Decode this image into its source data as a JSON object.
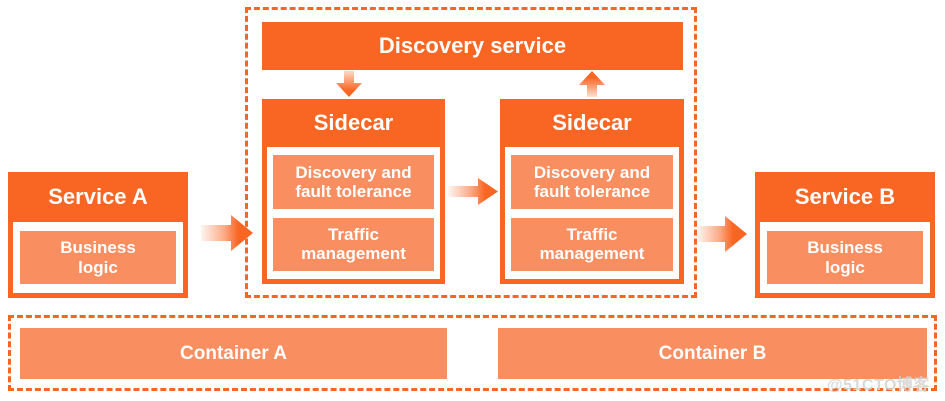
{
  "palette": {
    "orange": "#F96522",
    "light_orange": "#F98E61",
    "text_on_orange": "#FFFFFF",
    "dashed_border": "#F96522",
    "watermark_gray": "#D4D4D4"
  },
  "mesh": {
    "discovery_service_label": "Discovery service",
    "sidecar_left": {
      "title": "Sidecar",
      "items": [
        "Discovery and\nfault tolerance",
        "Traffic\nmanagement"
      ]
    },
    "sidecar_right": {
      "title": "Sidecar",
      "items": [
        "Discovery and\nfault tolerance",
        "Traffic\nmanagement"
      ]
    }
  },
  "service_a": {
    "title": "Service A",
    "item": "Business\nlogic"
  },
  "service_b": {
    "title": "Service B",
    "item": "Business\nlogic"
  },
  "container_a": {
    "label": "Container A"
  },
  "container_b": {
    "label": "Container B"
  },
  "arrows": [
    {
      "name": "discovery-to-sidecar-left",
      "direction": "down"
    },
    {
      "name": "sidecar-right-to-discovery",
      "direction": "up"
    },
    {
      "name": "service-a-to-sidecar-left",
      "direction": "right"
    },
    {
      "name": "sidecar-left-to-sidecar-right",
      "direction": "right"
    },
    {
      "name": "sidecar-right-to-service-b",
      "direction": "right"
    }
  ],
  "watermark": "@51CTO博客"
}
